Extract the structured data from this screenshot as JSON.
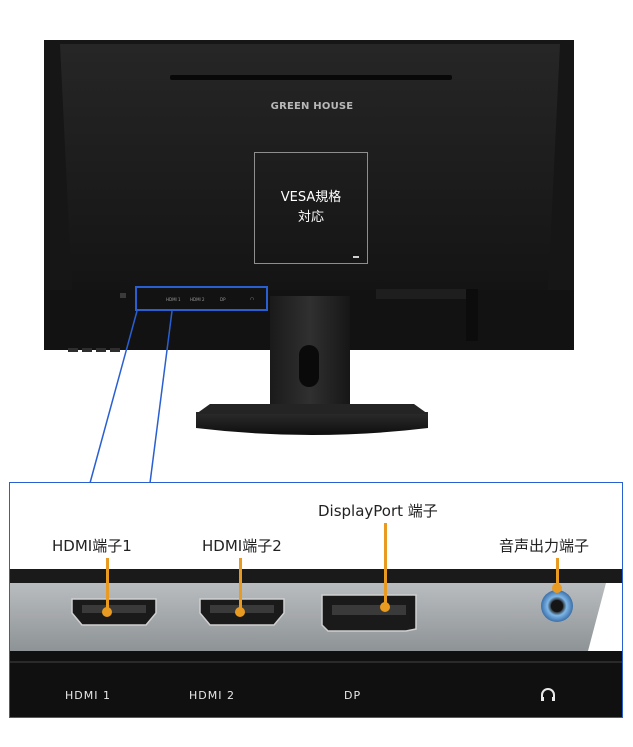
{
  "monitor": {
    "brand": "GREEN HOUSE",
    "vesa_line1": "VESA規格",
    "vesa_line2": "対応",
    "mini_labels": [
      "HDMI 1",
      "HDMI 2",
      "DP"
    ]
  },
  "ports": {
    "hdmi1_title": "HDMI端子1",
    "hdmi2_title": "HDMI端子2",
    "dp_title": "DisplayPort 端子",
    "audio_title": "音声出力端子"
  },
  "panel_labels": {
    "hdmi1": "HDMI 1",
    "hdmi2": "HDMI 2",
    "dp": "DP",
    "headphone_icon": "headphone-icon"
  },
  "colors": {
    "highlight": "#2a5fd2",
    "pointer": "#e99a20",
    "monitor_body": "#1c1c1c"
  }
}
